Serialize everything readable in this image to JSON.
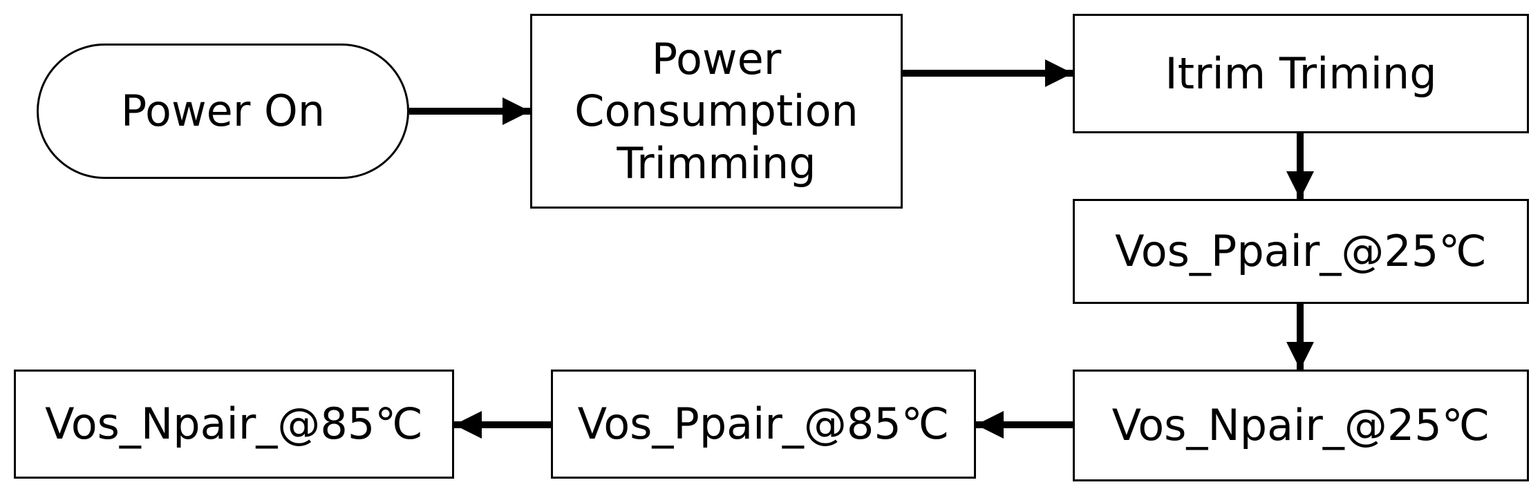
{
  "diagram": {
    "nodes": [
      {
        "id": "power-on",
        "shape": "terminal",
        "lines": [
          "Power On"
        ]
      },
      {
        "id": "power-consumption-trimming",
        "shape": "process",
        "lines": [
          "Power",
          "Consumption",
          "Trimming"
        ]
      },
      {
        "id": "itrim-triming",
        "shape": "process",
        "lines": [
          "Itrim Triming"
        ]
      },
      {
        "id": "vos-ppair-25",
        "shape": "process",
        "lines": [
          "Vos_Ppair_@25℃"
        ]
      },
      {
        "id": "vos-npair-25",
        "shape": "process",
        "lines": [
          "Vos_Npair_@25℃"
        ]
      },
      {
        "id": "vos-ppair-85",
        "shape": "process",
        "lines": [
          "Vos_Ppair_@85℃"
        ]
      },
      {
        "id": "vos-npair-85",
        "shape": "process",
        "lines": [
          "Vos_Npair_@85℃"
        ]
      }
    ],
    "edges": [
      {
        "from": "power-on",
        "to": "power-consumption-trimming"
      },
      {
        "from": "power-consumption-trimming",
        "to": "itrim-triming"
      },
      {
        "from": "itrim-triming",
        "to": "vos-ppair-25"
      },
      {
        "from": "vos-ppair-25",
        "to": "vos-npair-25"
      },
      {
        "from": "vos-npair-25",
        "to": "vos-ppair-85"
      },
      {
        "from": "vos-ppair-85",
        "to": "vos-npair-85"
      }
    ],
    "colors": {
      "stroke": "#000000",
      "fill": "#ffffff",
      "text": "#000000"
    }
  }
}
